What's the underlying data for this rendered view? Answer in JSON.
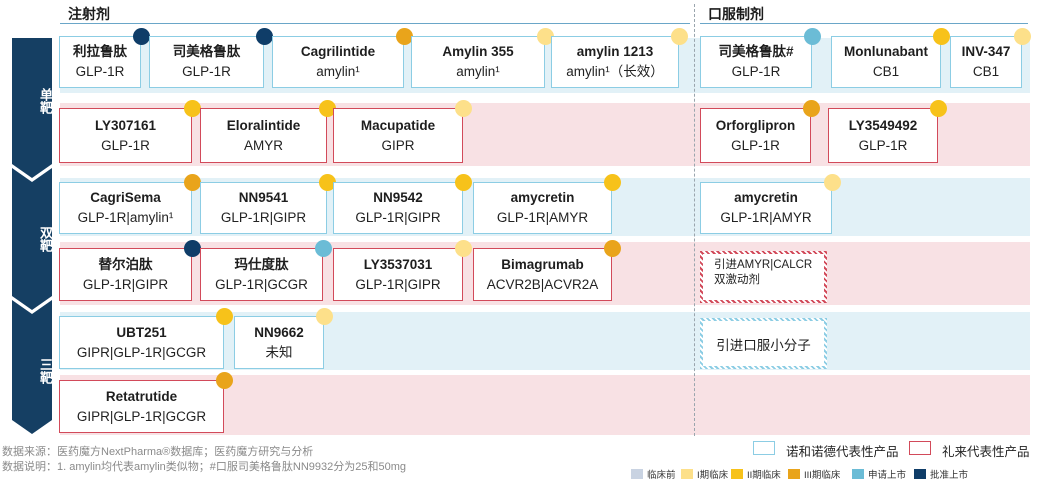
{
  "sections": {
    "injection": "注射剂",
    "oral": "口服制剂"
  },
  "rows": {
    "single": "单靶",
    "dual": "双靶",
    "triple": "三靶"
  },
  "colors": {
    "novo": "#8ccde4",
    "lilly": "#d24a5a",
    "preclinical": "#c9d3e2",
    "phase1": "#fde08a",
    "phase2": "#f7c21a",
    "phase3": "#e9a41b",
    "filed": "#6bbcd6",
    "approved": "#0f3d68"
  },
  "cards": [
    {
      "id": "semaglutide",
      "name": "利拉鲁肽",
      "target": "GLP-1R",
      "company": "nov",
      "phase": "approved"
    },
    {
      "id": "semaglutide2",
      "name": "司美格鲁肽",
      "target": "GLP-1R",
      "company": "nov",
      "phase": "approved"
    },
    {
      "id": "cagrilintide",
      "name": "Cagrilintide",
      "target": "amylin¹",
      "company": "nov",
      "phase": "phase3"
    },
    {
      "id": "amylin355",
      "name": "Amylin 355",
      "target": "amylin¹",
      "company": "nov",
      "phase": "phase1"
    },
    {
      "id": "amylin1213",
      "name": "amylin 1213",
      "target": "amylin¹（长效）",
      "company": "nov",
      "phase": "phase1"
    },
    {
      "id": "ly307161",
      "name": "LY307161",
      "target": "GLP-1R",
      "company": "lilly",
      "phase": "phase2"
    },
    {
      "id": "eloralintide",
      "name": "Eloralintide",
      "target": "AMYR",
      "company": "lilly",
      "phase": "phase2"
    },
    {
      "id": "macupatide",
      "name": "Macupatide",
      "target": "GIPR",
      "company": "lilly",
      "phase": "phase1"
    },
    {
      "id": "cagrisema",
      "name": "CagriSema",
      "target": "GLP-1R|amylin¹",
      "company": "nov",
      "phase": "phase3"
    },
    {
      "id": "nn9541",
      "name": "NN9541",
      "target": "GLP-1R|GIPR",
      "company": "nov",
      "phase": "phase2"
    },
    {
      "id": "nn9542",
      "name": "NN9542",
      "target": "GLP-1R|GIPR",
      "company": "nov",
      "phase": "phase2"
    },
    {
      "id": "amycretin_inj",
      "name": "amycretin",
      "target": "GLP-1R|AMYR",
      "company": "nov",
      "phase": "phase2"
    },
    {
      "id": "tirzepatide",
      "name": "替尔泊肽",
      "target": "GLP-1R|GIPR",
      "company": "lilly",
      "phase": "approved"
    },
    {
      "id": "mazdutide",
      "name": "玛仕度肽",
      "target": "GLP-1R|GCGR",
      "company": "lilly",
      "phase": "filed"
    },
    {
      "id": "ly3537031",
      "name": "LY3537031",
      "target": "GLP-1R|GIPR",
      "company": "lilly",
      "phase": "phase1"
    },
    {
      "id": "bimagrumab",
      "name": "Bimagrumab",
      "target": "ACVR2B|ACVR2A",
      "company": "lilly",
      "phase": "phase3"
    },
    {
      "id": "ubt251",
      "name": "UBT251",
      "target": "GIPR|GLP-1R|GCGR",
      "company": "nov",
      "phase": "phase2"
    },
    {
      "id": "nn9662",
      "name": "NN9662",
      "target": "未知",
      "company": "nov",
      "phase": "phase1"
    },
    {
      "id": "retatrutide",
      "name": "Retatrutide",
      "target": "GIPR|GLP-1R|GCGR",
      "company": "lilly",
      "phase": "phase3"
    },
    {
      "id": "oral_sema",
      "name": "司美格鲁肽#",
      "target": "GLP-1R",
      "company": "nov",
      "phase": "filed"
    },
    {
      "id": "monlunabant",
      "name": "Monlunabant",
      "target": "CB1",
      "company": "nov",
      "phase": "phase2"
    },
    {
      "id": "inv347",
      "name": "INV-347",
      "target": "CB1",
      "company": "nov",
      "phase": "phase1"
    },
    {
      "id": "orforglipron",
      "name": "Orforglipron",
      "target": "GLP-1R",
      "company": "lilly",
      "phase": "phase3"
    },
    {
      "id": "ly3549492",
      "name": "LY3549492",
      "target": "GLP-1R",
      "company": "lilly",
      "phase": "phase2"
    },
    {
      "id": "amycretin_oral",
      "name": "amycretin",
      "target": "GLP-1R|AMYR",
      "company": "nov",
      "phase": "phase1"
    }
  ],
  "special": {
    "lilly_dual": "引进AMYR|CALCR\n双激动剂",
    "novo_oral_small": "引进口服小分子"
  },
  "footer": {
    "source": "数据来源：医药魔方NextPharma®数据库；医药魔方研究与分析",
    "note": "数据说明：1. amylin均代表amylin类似物；#口服司美格鲁肽NN9932分为25和50mg"
  },
  "legend": {
    "novo": "诺和诺德代表性产品",
    "lilly": "礼来代表性产品"
  },
  "phases": [
    {
      "key": "preclinical",
      "label": "临床前",
      "color": "#c9d3e2"
    },
    {
      "key": "phase1",
      "label": "I期临床",
      "color": "#fde08a"
    },
    {
      "key": "phase2",
      "label": "II期临床",
      "color": "#f7c21a"
    },
    {
      "key": "phase3",
      "label": "III期临床",
      "color": "#e9a41b"
    },
    {
      "key": "filed",
      "label": "申请上市",
      "color": "#6bbcd6"
    },
    {
      "key": "approved",
      "label": "批准上市",
      "color": "#0f3d68"
    }
  ]
}
